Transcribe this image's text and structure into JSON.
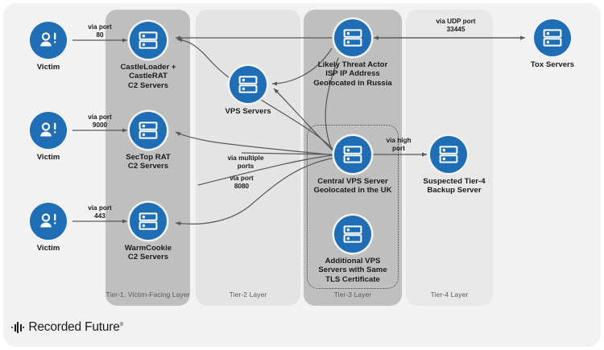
{
  "diagram": {
    "title": "Multi-tier C2 infrastructure diagram",
    "brand": {
      "name": "Recorded Future",
      "registered": "®"
    },
    "colors": {
      "node_blue": "#1f6db4",
      "tier_dark": "#bfbfbf",
      "tier_light": "#e4e4e4",
      "card_bg": "#f2f2f2",
      "edge": "#595959",
      "text": "#1b1b1b"
    },
    "tiers": [
      {
        "id": "tier-1",
        "label": "Tier-1, Victim-Facing Layer"
      },
      {
        "id": "tier-2",
        "label": "Tier-2 Layer"
      },
      {
        "id": "tier-3",
        "label": "Tier-3 Layer"
      },
      {
        "id": "tier-4",
        "label": "Tier-4 Layer"
      }
    ],
    "nodes": [
      {
        "id": "victim-1",
        "label": "Victim",
        "icon": "victim-alert-icon"
      },
      {
        "id": "victim-2",
        "label": "Victim",
        "icon": "victim-alert-icon"
      },
      {
        "id": "victim-3",
        "label": "Victim",
        "icon": "victim-alert-icon"
      },
      {
        "id": "castleloader",
        "label": "CastleLoader +\nCastleRAT\nC2 Servers",
        "icon": "server-icon"
      },
      {
        "id": "sectop",
        "label": "SecTop RAT\nC2 Servers",
        "icon": "server-icon"
      },
      {
        "id": "warmcookie",
        "label": "WarmCookie\nC2 Servers",
        "icon": "server-icon"
      },
      {
        "id": "vps-servers",
        "label": "VPS Servers",
        "icon": "server-icon"
      },
      {
        "id": "threat-actor",
        "label": "Likely Threat Actor\nISP IP Address\nGeolocated in Russia",
        "icon": "server-icon"
      },
      {
        "id": "central-vps",
        "label": "Central VPS Server\nGeolocated in the UK",
        "icon": "server-icon"
      },
      {
        "id": "additional-vps",
        "label": "Additional VPS\nServers with Same\nTLS Certificate",
        "icon": "server-icon"
      },
      {
        "id": "backup-server",
        "label": "Suspected Tier-4\nBackup Server",
        "icon": "server-icon"
      },
      {
        "id": "tox-servers",
        "label": "Tox Servers",
        "icon": "server-icon"
      }
    ],
    "edge_labels": [
      {
        "id": "port-80",
        "text": "via port\n80"
      },
      {
        "id": "port-9000",
        "text": "via port\n9000"
      },
      {
        "id": "port-443",
        "text": "via port\n443"
      },
      {
        "id": "multiple-ports",
        "text": "via multiple\nports"
      },
      {
        "id": "port-8080",
        "text": "via port\n8080"
      },
      {
        "id": "high-port",
        "text": "via high\nport"
      },
      {
        "id": "udp-33445",
        "text": "via UDP port\n33445"
      }
    ]
  }
}
